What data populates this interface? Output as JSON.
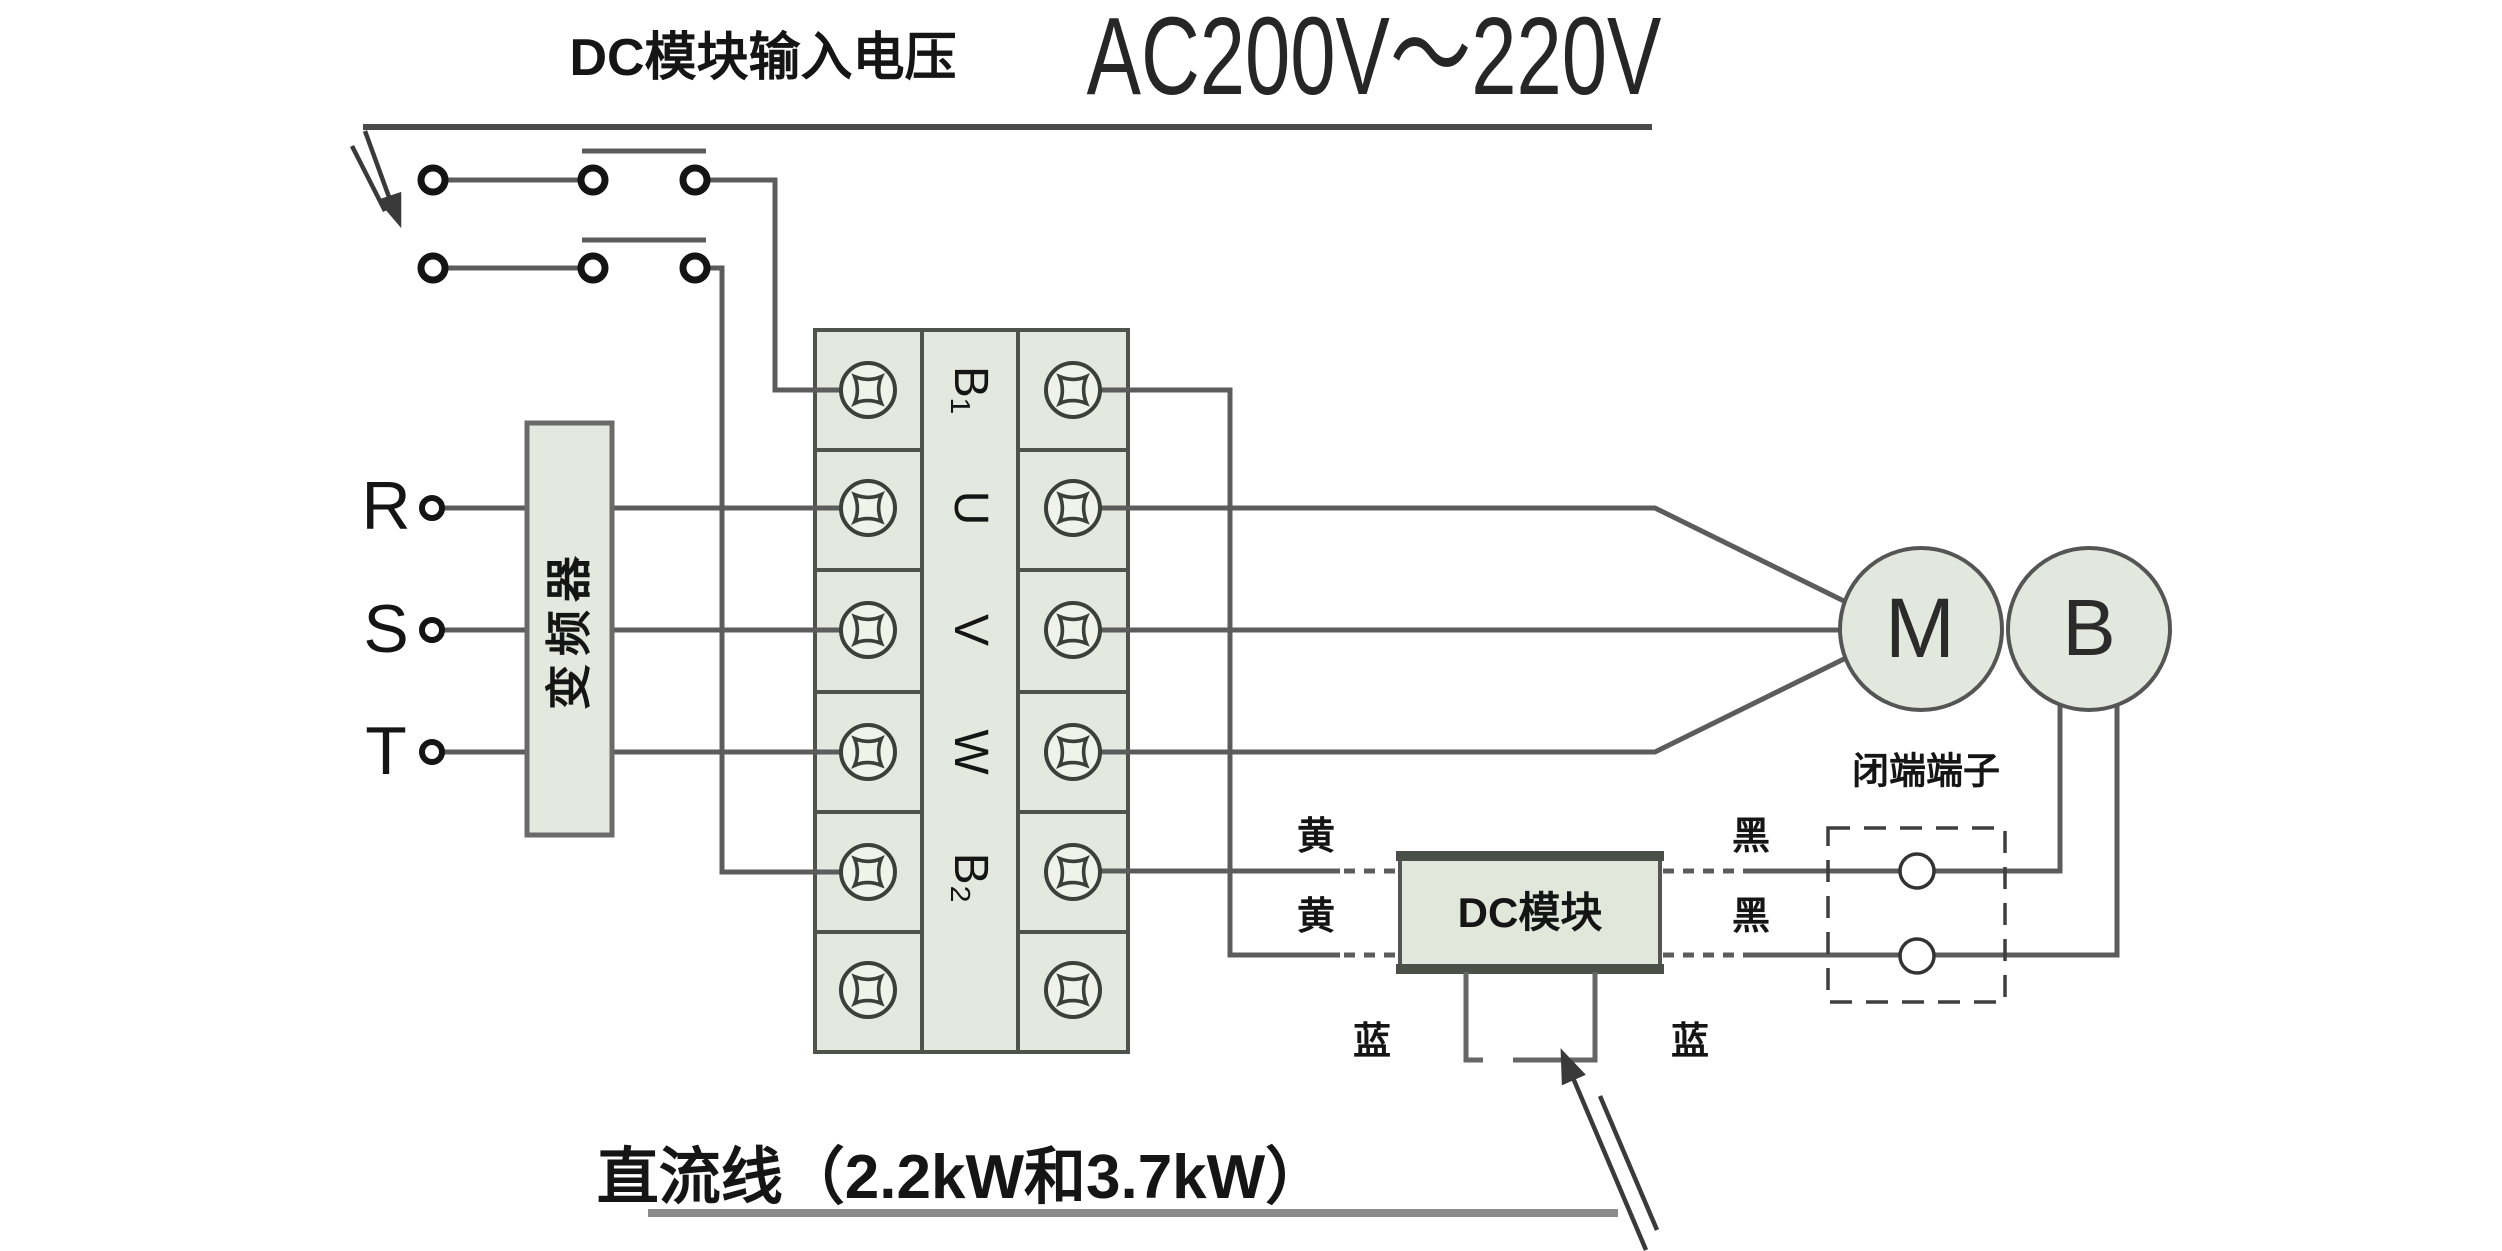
{
  "header": {
    "dc_module_input_voltage": "DC模块输入电压",
    "ac_voltage_range": "AC200V～220V"
  },
  "inverter_label": "变频器",
  "phase_terminals": [
    "R",
    "S",
    "T"
  ],
  "terminal_block_labels": [
    "B₁",
    "U",
    "V",
    "W",
    "B₂"
  ],
  "motor_label": "M",
  "brake_label": "B",
  "closed_end_terminal_label": "闭端端子",
  "dc_module_label": "DC模块",
  "wire_colors": {
    "yellow": "黄",
    "black": "黑",
    "blue": "蓝"
  },
  "footer_note": "直流线（2.2kW和3.7kW）",
  "palette": {
    "component_fill": "#e4e9df",
    "wire_gray": "#5c5c5c",
    "dark_line": "#3f3f3f",
    "text_black": "#151515"
  }
}
